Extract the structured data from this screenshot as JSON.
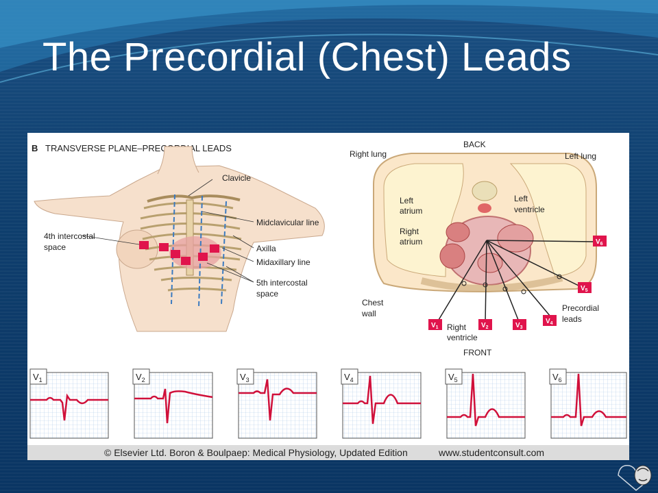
{
  "slide": {
    "title": "The Precordial (Chest) Leads"
  },
  "figure": {
    "panel_letter": "B",
    "panel_title": "TRANSVERSE PLANE–PRECORDIAL LEADS",
    "torso_labels": {
      "clavicle": "Clavicle",
      "fourth_intercostal_1": "4th intercostal",
      "fourth_intercostal_2": "space",
      "midclavicular": "Midclavicular line",
      "axilla": "Axilla",
      "midaxillary": "Midaxillary line",
      "fifth_intercostal_1": "5th intercostal",
      "fifth_intercostal_2": "space"
    },
    "section_labels": {
      "back": "BACK",
      "front": "FRONT",
      "right_lung": "Right lung",
      "left_lung": "Left lung",
      "left_atrium_1": "Left",
      "left_atrium_2": "atrium",
      "right_atrium_1": "Right",
      "right_atrium_2": "atrium",
      "left_ventricle_1": "Left",
      "left_ventricle_2": "ventricle",
      "right_ventricle_1": "Right",
      "right_ventricle_2": "ventricle",
      "chest_wall_1": "Chest",
      "chest_wall_2": "wall",
      "precordial_leads_1": "Precordial",
      "precordial_leads_2": "leads"
    },
    "leads": [
      {
        "label": "V",
        "sub": "1"
      },
      {
        "label": "V",
        "sub": "2"
      },
      {
        "label": "V",
        "sub": "3"
      },
      {
        "label": "V",
        "sub": "4"
      },
      {
        "label": "V",
        "sub": "5"
      },
      {
        "label": "V",
        "sub": "6"
      }
    ],
    "credit_left": "© Elsevier Ltd. Boron & Boulpaep: Medical Physiology, Updated Edition",
    "credit_right": "www.studentconsult.com"
  },
  "colors": {
    "background": "#0f3f6e",
    "title": "#ffffff",
    "lead_marker": "#e0144c",
    "ecg_trace": "#d0103a",
    "ecg_grid": "#a9c8e8"
  },
  "icons": [
    "logo-icon"
  ]
}
